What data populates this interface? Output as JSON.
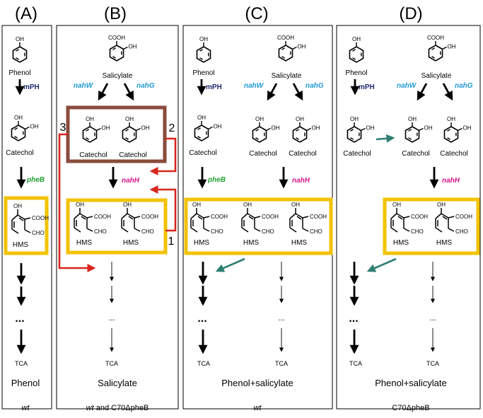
{
  "colors": {
    "highlight_box": "#f2c200",
    "catechol_box": "#8a4b3c",
    "red_arrow": "#d7261e",
    "teal_arrow": "#2f7f73",
    "enzyme_blue": "#1f9ad6",
    "enzyme_green": "#1fa12f",
    "enzyme_magenta": "#d6148a",
    "enzyme_navy": "#1f2a6e"
  },
  "panels": [
    {
      "letter": "(A)",
      "substrate": "Phenol",
      "strain": "wt",
      "compounds": {
        "phenol": "Phenol",
        "catechol": "Catechol",
        "hms": "HMS",
        "tca": "TCA",
        "dots": "..."
      },
      "enzymes": {
        "mph": "mPH",
        "pheb": "pheB"
      }
    },
    {
      "letter": "(B)",
      "substrate": "Salicylate",
      "strain_prefix": "wt",
      "strain_suffix": " and C70ΔpheB",
      "compounds": {
        "salicylate": "Salicylate",
        "catechol_1": "Catechol",
        "catechol_2": "Catechol",
        "hms_1": "HMS",
        "hms_2": "HMS",
        "tca": "TCA",
        "dots": "..."
      },
      "enzymes": {
        "nahw": "nahW",
        "nahg": "nahG",
        "nahh": "nahH"
      },
      "route_labels": {
        "route_1": "1",
        "route_2": "2",
        "route_3": "3"
      }
    },
    {
      "letter": "(C)",
      "substrate": "Phenol+salicylate",
      "strain": "wt",
      "compounds": {
        "phenol": "Phenol",
        "salicylate": "Salicylate",
        "catechol_1": "Catechol",
        "catechol_2": "Catechol",
        "catechol_3": "Catechol",
        "hms_1": "HMS",
        "hms_2": "HMS",
        "hms_3": "HMS",
        "tca_1": "TCA",
        "tca_2": "TCA",
        "dots_1": "...",
        "dots_2": "..."
      },
      "enzymes": {
        "mph": "mPH",
        "nahw": "nahW",
        "nahg": "nahG",
        "pheb": "pheB",
        "nahh": "nahH"
      }
    },
    {
      "letter": "(D)",
      "substrate": "Phenol+salicylate",
      "strain": "C70ΔpheB",
      "compounds": {
        "phenol": "Phenol",
        "salicylate": "Salicylate",
        "catechol_1": "Catechol",
        "catechol_2": "Catechol",
        "catechol_3": "Catechol",
        "hms_1": "HMS",
        "hms_2": "HMS",
        "tca_1": "TCA",
        "tca_2": "TCA",
        "dots_1": "...",
        "dots_2": "..."
      },
      "enzymes": {
        "mph": "mPH",
        "nahw": "nahW",
        "nahg": "nahG",
        "nahh": "nahH"
      }
    }
  ],
  "chem_labels": {
    "oh": "OH",
    "cooh": "COOH",
    "cho": "CHO"
  }
}
